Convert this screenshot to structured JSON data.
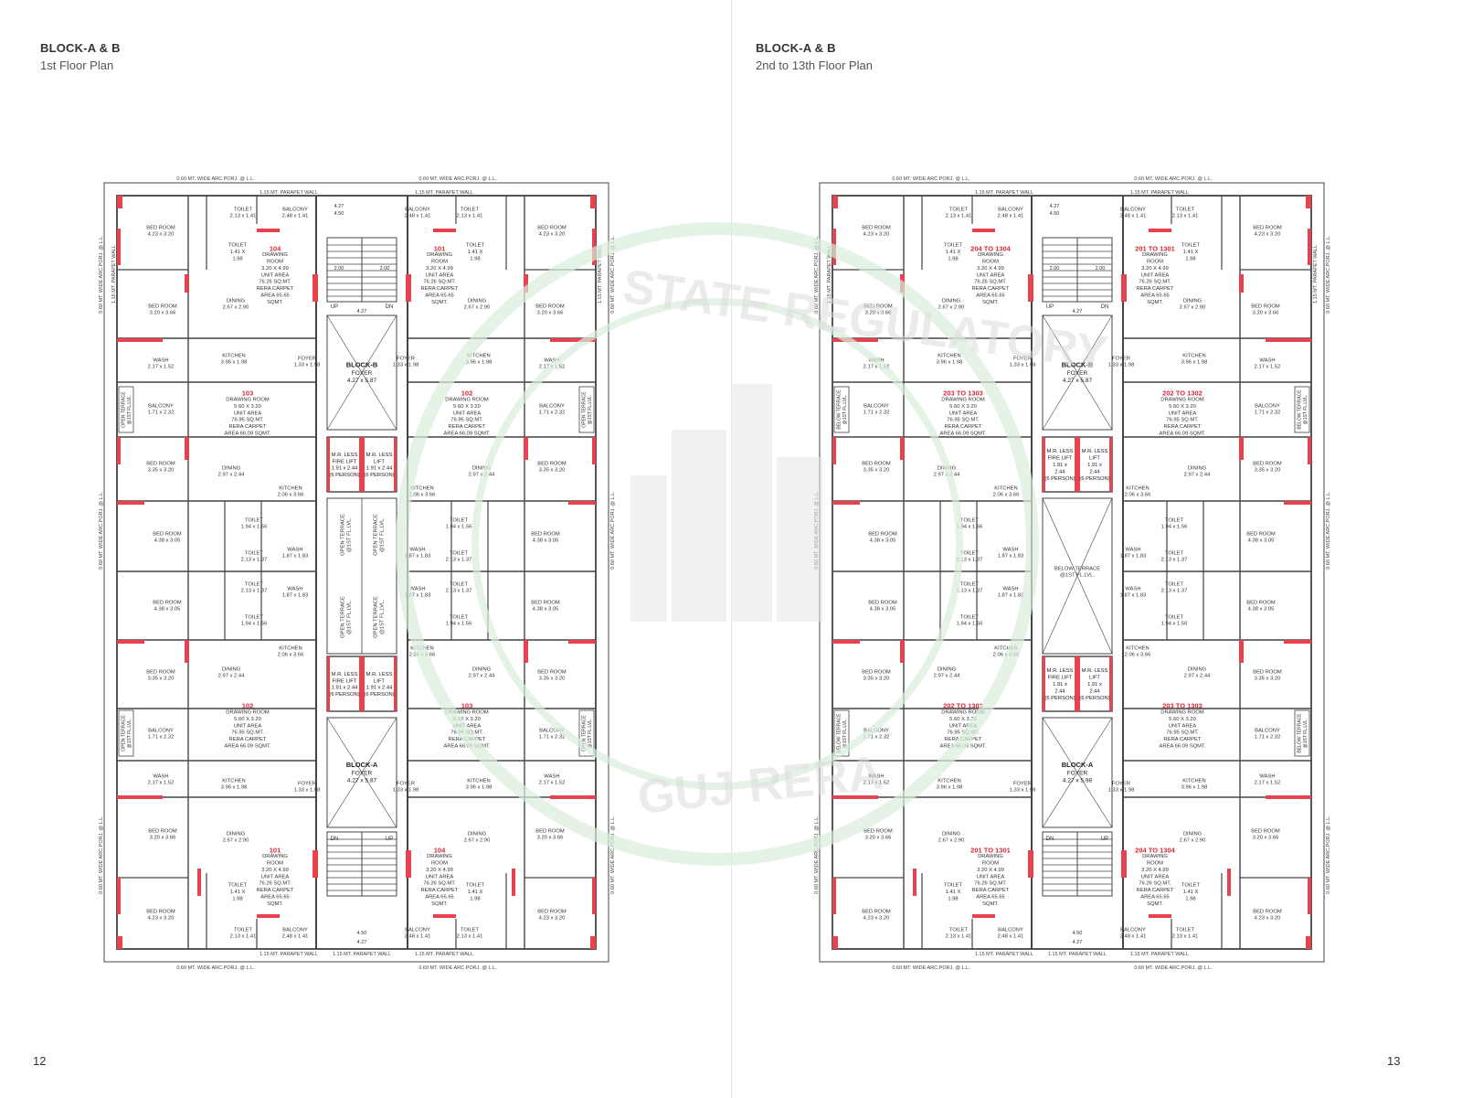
{
  "left_page": {
    "block_title": "BLOCK-A & B",
    "floor_title": "1st Floor Plan",
    "page_number": "12",
    "unit_numbers": [
      "104",
      "101",
      "103",
      "102",
      "102",
      "103",
      "101",
      "104"
    ],
    "lobby_b": [
      "BLOCK-B",
      "FOYER",
      "4.27 x 5.87"
    ],
    "lobby_a": [
      "BLOCK-A",
      "FOYER",
      "4.27 x 5.87"
    ],
    "lift_labels": [
      "M.R. LESS",
      "FIRE LIFT",
      "1.91 x 2.44",
      "(6 PERSON)"
    ],
    "lift2_labels": [
      "M.R. LESS",
      "LIFT",
      "1.91 x 2.44",
      "(6 PERSON)"
    ],
    "center_terrace": [
      "OPEN TERRACE",
      "@1ST FL.LVL."
    ]
  },
  "right_page": {
    "block_title": "BLOCK-A & B",
    "floor_title": "2nd to 13th Floor Plan",
    "page_number": "13",
    "unit_numbers": [
      "204 TO 1304",
      "201 TO 1301",
      "203 TO 1303",
      "202 TO 1302",
      "202 TO 1302",
      "203 TO 1303",
      "201 TO 1301",
      "204 TO 1304"
    ],
    "lobby_b": [
      "BLOCK-B",
      "FOYER",
      "4.27 x 5.87"
    ],
    "lobby_a": [
      "BLOCK-A",
      "FOYER",
      "4.27 x 5.98"
    ],
    "lift_labels": [
      "M.R. LESS",
      "FIRE LIFT",
      "1.91 x",
      "2.44",
      "(6 PERSON)"
    ],
    "lift2_labels": [
      "M.R. LESS",
      "LIFT",
      "1.91 x",
      "2.44",
      "(6 PERSON)"
    ],
    "center_terrace": [
      "BELOW TERRACE",
      "@1ST FL.LVL."
    ]
  },
  "common": {
    "top_porch": "0.60 MT. WIDE ARC.PORJ. @ L.L.",
    "parapet": "1.15 MT. PARAPET WALL",
    "side_porch": "0.60 MT. WIDE ARC.PORJ. @ L.L.",
    "side_parapet": "1.15 MT. PARAPET WALL",
    "stair_dims": [
      "4.27",
      "4.50",
      "2.00",
      "2.00",
      "4.27"
    ],
    "up": "UP",
    "dn": "DN",
    "rooms_typeA": {
      "bed1": [
        "BED ROOM",
        "4.23 x 3.20"
      ],
      "toilet1": [
        "TOILET",
        "2.13 x 1.41"
      ],
      "balcony1": [
        "BALCONY",
        "2.48 x 1.41"
      ],
      "toilet2": [
        "TOILET",
        "1.41 X",
        "1.98"
      ],
      "drawing": [
        "DRAWING",
        "ROOM",
        "3.20 X 4.99",
        "UNIT AREA",
        "76.26 SQ.MT.",
        "RERA CARPET",
        "AREA 65.65",
        "SQMT."
      ],
      "bed2": [
        "BED ROOM",
        "3.20 x 3.66"
      ],
      "dining": [
        "DINING",
        "2.67 x 2.90"
      ],
      "wash": [
        "WASH",
        "2.17 x 1.52"
      ],
      "kitchen": [
        "KITCHEN",
        "3.96 x 1.98"
      ],
      "foyer": [
        "FOYER",
        "1.33 x 1.98"
      ]
    },
    "rooms_typeB": {
      "drawing": [
        "DRAWING ROOM",
        "5.60 X 3.20",
        "UNIT AREA",
        "76.95 SQ.MT.",
        "RERA CARPET",
        "AREA 66.09 SQMT."
      ],
      "balcony": [
        "BALCONY",
        "1.71 x 2.32"
      ],
      "bed1": [
        "BED ROOM",
        "3.35 x 3.20"
      ],
      "dining": [
        "DINING",
        "2.97 x 2.44"
      ],
      "kitchen": [
        "KITCHEN",
        "2.06 x 3.66"
      ],
      "bed2": [
        "BED ROOM",
        "4.38 x 3.05"
      ],
      "toilet1": [
        "TOILET",
        "1.94 x 1.56"
      ],
      "toilet2": [
        "TOILET",
        "2.13 x 1.37"
      ],
      "wash": [
        "WASH",
        "1.87 x 1.83"
      ],
      "open_terrace": [
        "OPEN TERRACE",
        "@1ST FL.LVL."
      ],
      "below_terrace": [
        "BELOW TERRACE",
        "@1ST FL.LVL."
      ]
    },
    "watermark": "GUJ RERA",
    "watermark_top": "STATE REGULATORY"
  },
  "colors": {
    "wall": "#444444",
    "accent": "#e8414f",
    "unit_red": "#d42a35",
    "watermark_green": "#d8eedb",
    "watermark_gray": "#e6e6e6"
  }
}
